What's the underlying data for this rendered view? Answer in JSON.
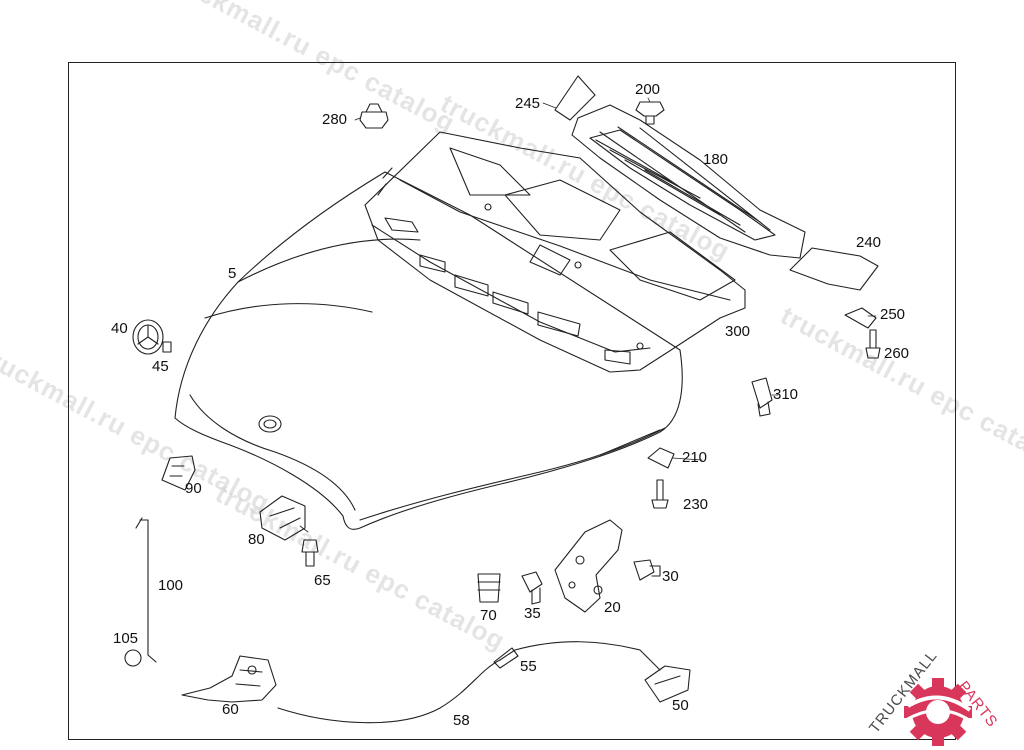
{
  "watermark": {
    "text": "truckmall.ru epc catalog"
  },
  "callouts": {
    "c5": "5",
    "c20": "20",
    "c30": "30",
    "c35": "35",
    "c40": "40",
    "c45": "45",
    "c50": "50",
    "c55": "55",
    "c58": "58",
    "c60": "60",
    "c65": "65",
    "c70": "70",
    "c80": "80",
    "c90": "90",
    "c100": "100",
    "c105": "105",
    "c180": "180",
    "c200": "200",
    "c210": "210",
    "c230": "230",
    "c240": "240",
    "c245": "245",
    "c250": "250",
    "c260": "260",
    "c280": "280",
    "c300": "300",
    "c310": "310"
  },
  "logo": {
    "part1": "TRUCKMALL",
    "part2": "PARTS",
    "colors": {
      "dark": "#4a4a4a",
      "accent": "#d9365c"
    }
  }
}
